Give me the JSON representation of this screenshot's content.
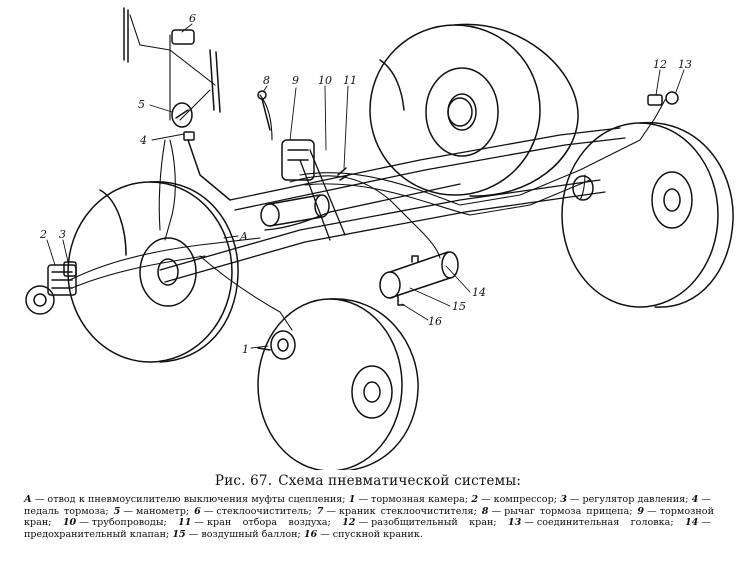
{
  "callouts": {
    "n1": "1",
    "n2": "2",
    "n3": "3",
    "n4": "4",
    "n5": "5",
    "n6": "6",
    "n8": "8",
    "n9": "9",
    "n10": "10",
    "n11": "11",
    "n12": "12",
    "n13": "13",
    "n14": "14",
    "n15": "15",
    "n16": "16",
    "A": "A"
  },
  "caption": {
    "label": "Рис. 67.",
    "title": "Схема пневматической системы:"
  },
  "legend": {
    "items": [
      {
        "key": "А",
        "text": "отвод к пневмоусилителю выключения муфты сцепления;"
      },
      {
        "key": "1",
        "text": "тормозная камера;"
      },
      {
        "key": "2",
        "text": "компрессор;"
      },
      {
        "key": "3",
        "text": "регулятор давления;"
      },
      {
        "key": "4",
        "text": "педаль тормоза;"
      },
      {
        "key": "5",
        "text": "манометр;"
      },
      {
        "key": "6",
        "text": "стеклоочиститель;"
      },
      {
        "key": "7",
        "text": "краник стеклоочистителя;"
      },
      {
        "key": "8",
        "text": "рычаг тормоза прицепа;"
      },
      {
        "key": "9",
        "text": "тормозной кран;"
      },
      {
        "key": "10",
        "text": "трубопроводы;"
      },
      {
        "key": "11",
        "text": "кран отбора воздуха;"
      },
      {
        "key": "12",
        "text": "разобщительный кран;"
      },
      {
        "key": "13",
        "text": "соединительная головка;"
      },
      {
        "key": "14",
        "text": "предохранительный клапан;"
      },
      {
        "key": "15",
        "text": "воздушный баллон;"
      },
      {
        "key": "16",
        "text": "спускной краник."
      }
    ]
  }
}
